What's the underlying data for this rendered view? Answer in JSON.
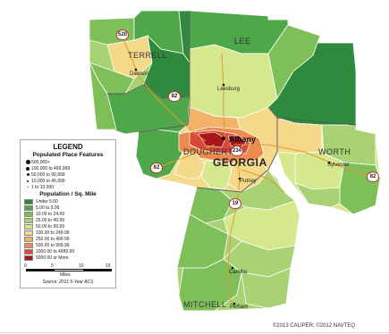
{
  "counties": {
    "terrell": "TERRELL",
    "lee": "LEE",
    "dougherty": "DOUGHERTY",
    "worth": "WORTH",
    "mitchell": "MITCHELL"
  },
  "state": "GEORGIA",
  "places": {
    "albany": "Albany",
    "dawson": "Dawson",
    "leesburg": "Leesburg",
    "sylvester": "Sylvester",
    "putney": "Putney",
    "camilla": "Camilla",
    "pelham": "Pelham"
  },
  "highways": [
    "520",
    "82",
    "62",
    "82",
    "19",
    "234"
  ],
  "legend": {
    "title": "LEGEND",
    "place_features_title": "Populated Place Features",
    "place_features": [
      "500,000+",
      "100,000 to 499,999",
      "50,000 to 99,999",
      "10,000 to 49,999",
      "1 to 10,000"
    ],
    "density_title": "Population / Sq. Mile",
    "density_classes": [
      {
        "label": "Under 5.00",
        "color": "#2e8b3e"
      },
      {
        "label": "5.00 to 9.99",
        "color": "#4ea84a"
      },
      {
        "label": "10.00 to 24.99",
        "color": "#7fbf5a"
      },
      {
        "label": "25.00 to 49.99",
        "color": "#a9d274"
      },
      {
        "label": "50.00 to 99.99",
        "color": "#d6e88e"
      },
      {
        "label": "100.00 to 249.99",
        "color": "#f5d98a"
      },
      {
        "label": "250.00 to 499.99",
        "color": "#f3b26a"
      },
      {
        "label": "500.00 to 999.99",
        "color": "#ec8a4f"
      },
      {
        "label": "1000.00 to 4999.99",
        "color": "#d94a3a"
      },
      {
        "label": "5000.00 or More",
        "color": "#a8161e"
      }
    ],
    "scale_ticks": [
      "0",
      "5",
      "10",
      "15"
    ],
    "scale_unit": "Miles",
    "source": "Source: 2011 5-Year ACS"
  },
  "copyright": "©2013 CALIPER; ©2012 NAVTEQ"
}
